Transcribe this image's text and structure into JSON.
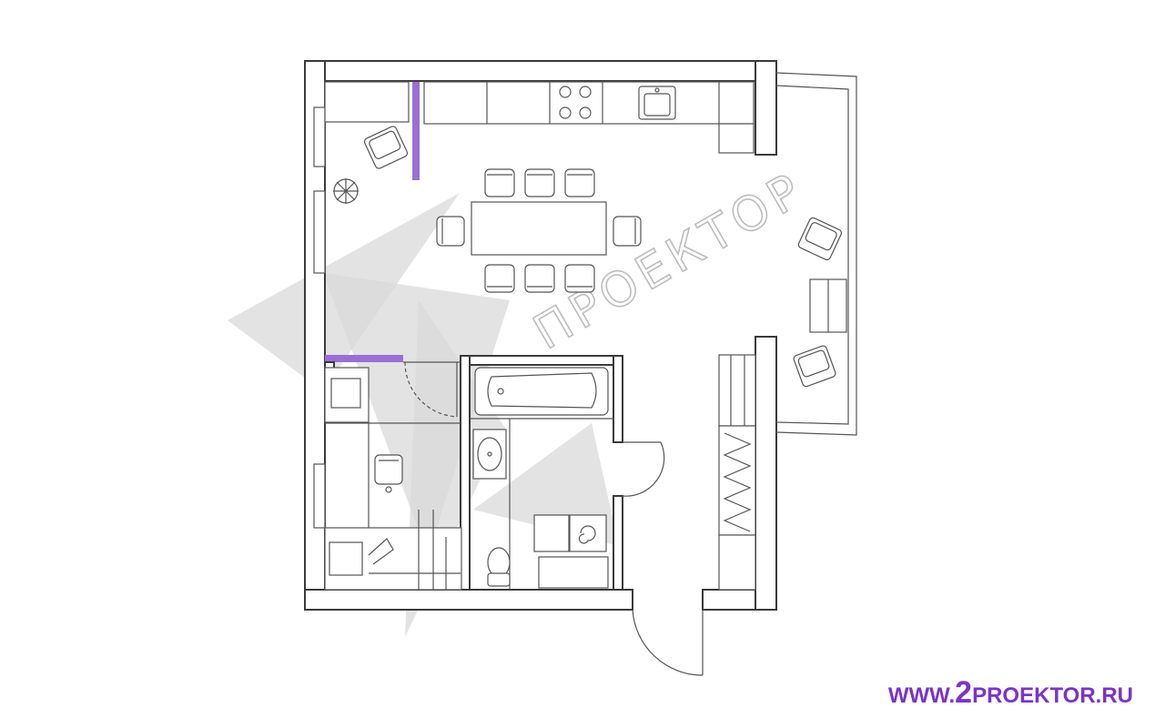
{
  "watermark": {
    "text": "ПРОЕКТОР"
  },
  "site": {
    "prefix": "WWW.",
    "number": "2",
    "suffix": "PROEKTOR.RU"
  },
  "colors": {
    "accent": "#9b6fd6",
    "link": "#7a34c9",
    "walls": "#3a3a3a"
  }
}
